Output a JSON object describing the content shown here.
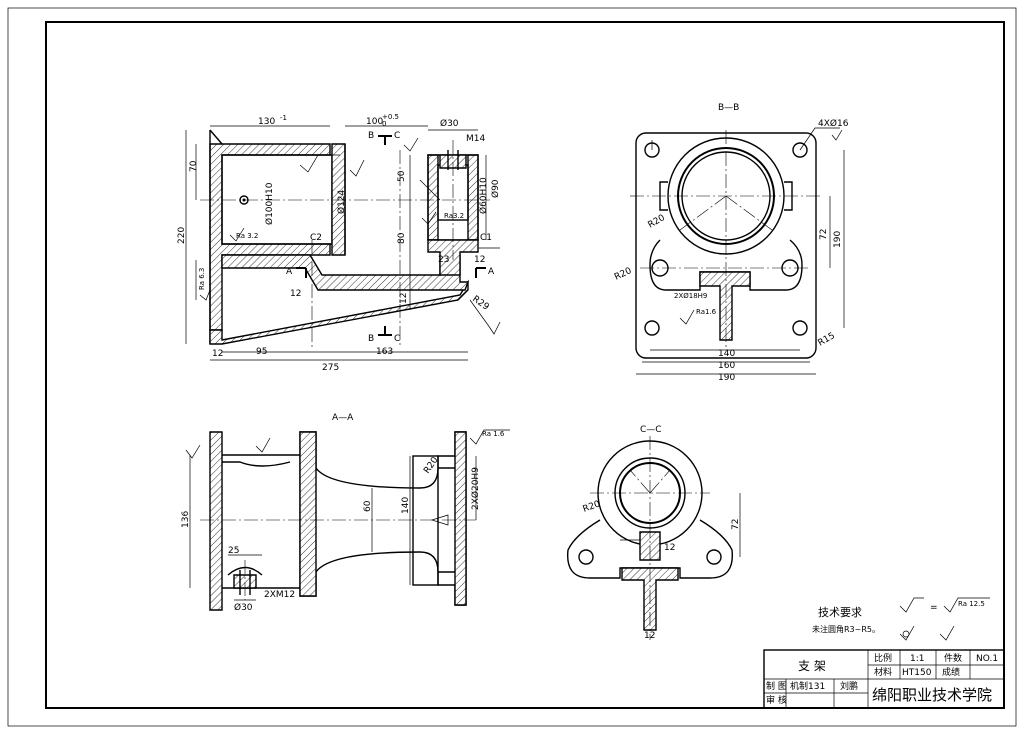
{
  "views": {
    "bb_title": "B—B",
    "aa_title": "A—A",
    "cc_title": "C—C"
  },
  "dims": {
    "d130": "130",
    "d100": "100",
    "d30": "Ø30",
    "m14": "M14",
    "d70": "70",
    "d220": "220",
    "d100h10": "Ø100H10",
    "d124": "Ø124",
    "d50": "50",
    "d80": "80",
    "d60h10": "Ø60H10",
    "d90": "Ø90",
    "ra32a": "Ra 3.2",
    "ra32b": "Ra3.2",
    "c2": "C2",
    "c1": "C1",
    "ra63": "Ra 6.3",
    "d23": "23",
    "d12a": "12",
    "d12b": "12",
    "d12c": "12",
    "d12d": "12",
    "r29": "R29",
    "d95": "95",
    "d163": "163",
    "d275": "275",
    "bc_b": "B",
    "bc_c": "C",
    "aa_a": "A",
    "aa_a2": "A",
    "bb_4x16": "4XØ16",
    "bb_r20a": "R20",
    "bb_r20b": "R20",
    "bb_2x18": "2XØ18H9",
    "bb_ra16": "Ra1.6",
    "bb_72": "72",
    "bb_190v": "190",
    "bb_140": "140",
    "bb_160": "160",
    "bb_190h": "190",
    "bb_r15": "R15",
    "aa_136": "136",
    "aa_60": "60",
    "aa_140": "140",
    "aa_25": "25",
    "aa_30": "Ø30",
    "aa_2xm12": "2XM12",
    "aa_r20": "R20",
    "aa_2x20": "2XØ20H9",
    "aa_ra16": "Ra 1.6",
    "cc_r20": "R20",
    "cc_72": "72",
    "cc_12a": "12",
    "cc_12b": "12"
  },
  "notes": {
    "title": "技术要求",
    "text": "未注圆角R3~R5。",
    "ra125": "Ra 12.5",
    "eq": "="
  },
  "title_block": {
    "part_name": "支 架",
    "scale_label": "比例",
    "scale_value": "1:1",
    "qty_label": "件数",
    "drawing_no": "NO.1",
    "material_label": "材料",
    "material_value": "HT150",
    "grade_label": "成绩",
    "drawn_by_label": "制 图",
    "drawn_by_value": "机制131",
    "date_label": "刘鹏",
    "check_label": "审 核",
    "school": "绵阳职业技术学院"
  }
}
